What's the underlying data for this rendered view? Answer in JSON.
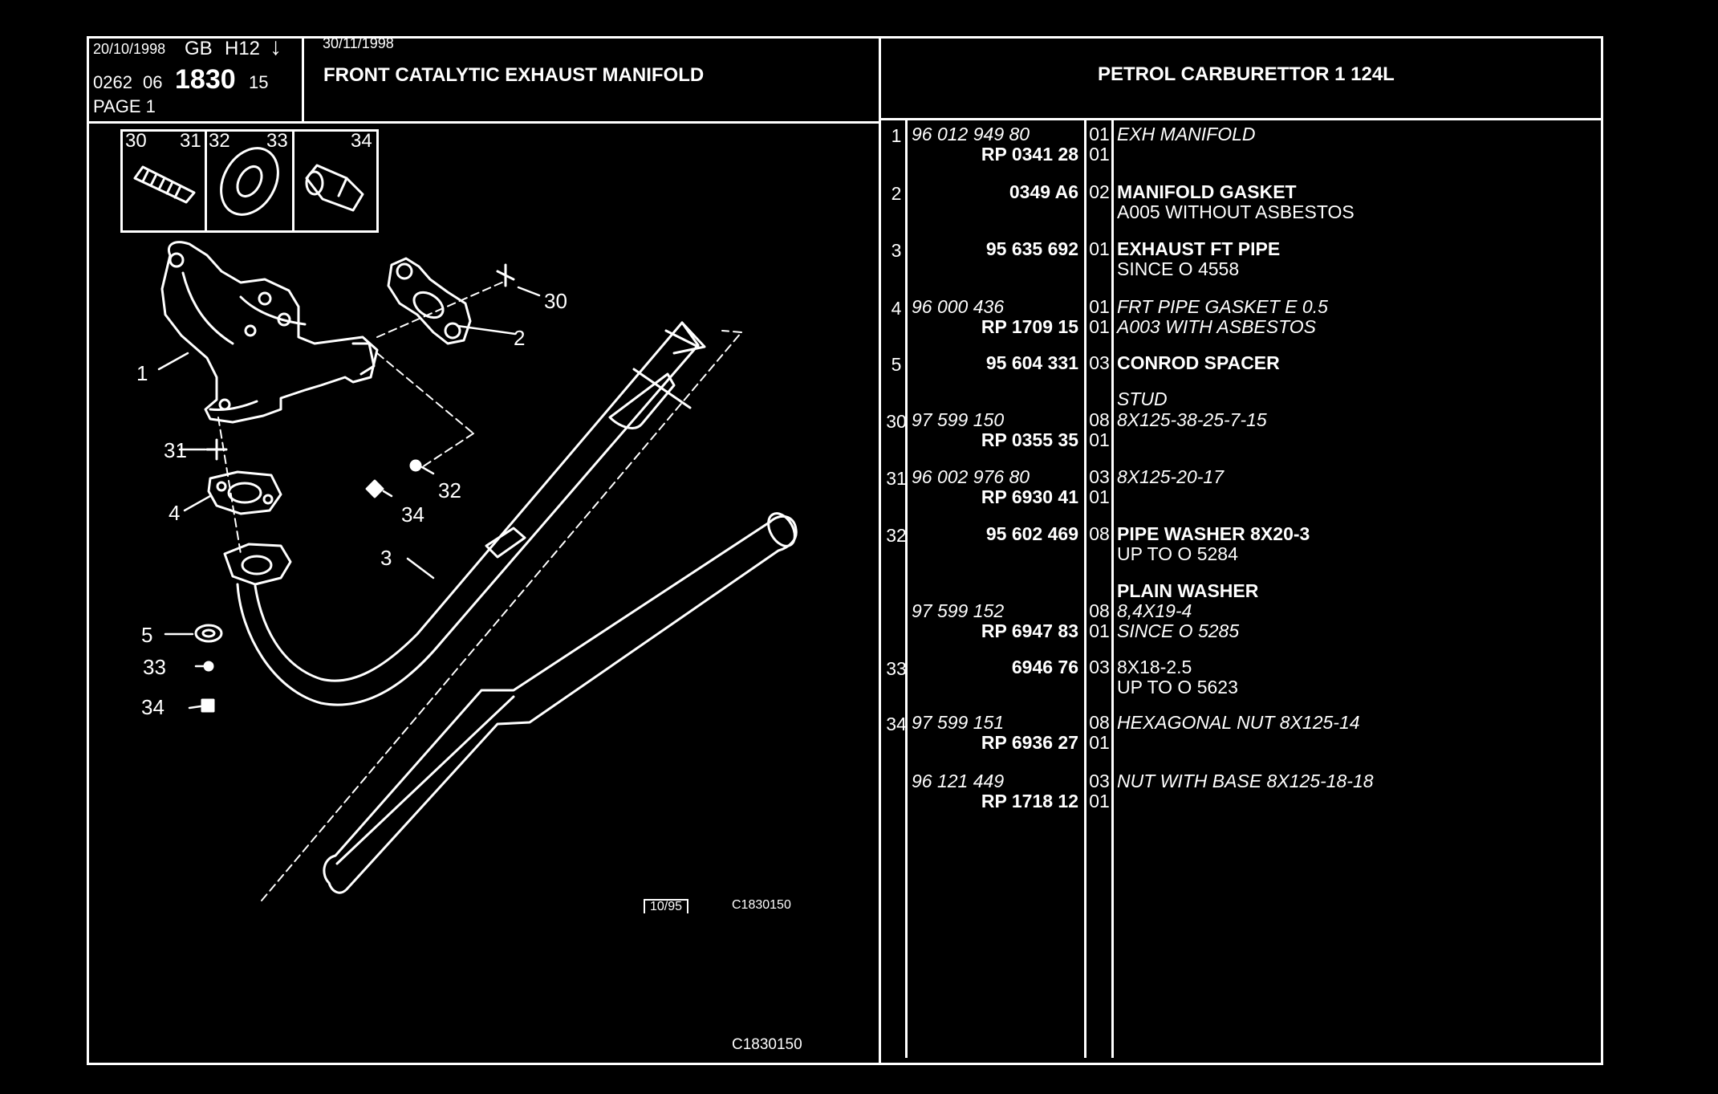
{
  "header": {
    "date1": "20/10/1998",
    "country_code": "GB",
    "ref_code": "H12",
    "arrow": "↓",
    "date2": "30/11/1998",
    "code_a": "0262",
    "code_b": "06",
    "code_main": "1830",
    "code_c": "15",
    "page_label": "PAGE 1",
    "section_title": "FRONT CATALYTIC EXHAUST MANIFOLD",
    "engine_title": "PETROL CARBURETTOR 1 124L"
  },
  "inset_labels": [
    "30",
    "31",
    "32",
    "33",
    "34"
  ],
  "callouts": {
    "c1": "1",
    "c2": "2",
    "c3": "3",
    "c4": "4",
    "c5": "5",
    "c30": "30",
    "c31": "31",
    "c32": "32",
    "c33": "33",
    "c34": "34",
    "c31b": "31—",
    "c5b": "5—",
    "c33b": "33",
    "c34b": "34"
  },
  "footer": {
    "date_box": "10/95",
    "drawing_ref": "C1830150",
    "bottom_ref": "C1830150"
  },
  "parts": [
    {
      "ref": "1",
      "lines": [
        {
          "num": "96 012 949 80",
          "qty": "01",
          "desc": "EXH MANIFOLD",
          "num_style": "i",
          "desc_style": "i"
        },
        {
          "num": "RP  0341 28",
          "qty": "01",
          "desc": "",
          "num_style": "b",
          "desc_style": ""
        }
      ]
    },
    {
      "ref": "2",
      "lines": [
        {
          "num": "0349 A6",
          "qty": "02",
          "desc": "MANIFOLD GASKET",
          "num_style": "b",
          "desc_style": "b"
        },
        {
          "num": "",
          "qty": "",
          "desc": "A005 WITHOUT ASBESTOS",
          "num_style": "",
          "desc_style": ""
        }
      ]
    },
    {
      "ref": "3",
      "lines": [
        {
          "num": "95 635 692",
          "qty": "01",
          "desc": "EXHAUST FT PIPE",
          "num_style": "b",
          "desc_style": "b"
        },
        {
          "num": "",
          "qty": "",
          "desc": "SINCE  O  4558",
          "num_style": "",
          "desc_style": ""
        }
      ]
    },
    {
      "ref": "4",
      "lines": [
        {
          "num": "96 000 436",
          "qty": "01",
          "desc": "FRT PIPE GASKET E 0.5",
          "num_style": "i",
          "desc_style": "i"
        },
        {
          "num": "RP  1709 15",
          "qty": "01",
          "desc": "A003 WITH ASBESTOS",
          "num_style": "b",
          "desc_style": "i"
        }
      ]
    },
    {
      "ref": "5",
      "lines": [
        {
          "num": "95 604 331",
          "qty": "03",
          "desc": "CONROD SPACER",
          "num_style": "b",
          "desc_style": "b"
        }
      ]
    },
    {
      "ref": "",
      "lines": [
        {
          "num": "",
          "qty": "",
          "desc": "STUD",
          "num_style": "",
          "desc_style": "i"
        }
      ]
    },
    {
      "ref": "30",
      "lines": [
        {
          "num": "97 599 150",
          "qty": "08",
          "desc": "8X125-38-25-7-15",
          "num_style": "i",
          "desc_style": "i"
        },
        {
          "num": "RP  0355 35",
          "qty": "01",
          "desc": "",
          "num_style": "b",
          "desc_style": ""
        }
      ]
    },
    {
      "ref": "31",
      "lines": [
        {
          "num": "96 002 976 80",
          "qty": "03",
          "desc": "8X125-20-17",
          "num_style": "i",
          "desc_style": "i"
        },
        {
          "num": "RP  6930 41",
          "qty": "01",
          "desc": "",
          "num_style": "b",
          "desc_style": ""
        }
      ]
    },
    {
      "ref": "32",
      "lines": [
        {
          "num": "95 602 469",
          "qty": "08",
          "desc": "PIPE WASHER 8X20-3",
          "num_style": "b",
          "desc_style": "b"
        },
        {
          "num": "",
          "qty": "",
          "desc": "UP  TO  O  5284",
          "num_style": "",
          "desc_style": ""
        }
      ]
    },
    {
      "ref": "",
      "lines": [
        {
          "num": "",
          "qty": "",
          "desc": "PLAIN WASHER",
          "num_style": "",
          "desc_style": "b"
        },
        {
          "num": "97 599 152",
          "qty": "08",
          "desc": "8,4X19-4",
          "num_style": "i",
          "desc_style": "i"
        },
        {
          "num": "RP  6947 83",
          "qty": "01",
          "desc": "SINCE  O  5285",
          "num_style": "b",
          "desc_style": "i"
        }
      ]
    },
    {
      "ref": "33",
      "lines": [
        {
          "num": "6946 76",
          "qty": "03",
          "desc": "8X18-2.5",
          "num_style": "b",
          "desc_style": ""
        },
        {
          "num": "",
          "qty": "",
          "desc": "UP  TO  O  5623",
          "num_style": "",
          "desc_style": ""
        }
      ]
    },
    {
      "ref": "34",
      "lines": [
        {
          "num": "97 599 151",
          "qty": "08",
          "desc": "HEXAGONAL NUT 8X125-14",
          "num_style": "i",
          "desc_style": "i"
        },
        {
          "num": "RP  6936 27",
          "qty": "01",
          "desc": "",
          "num_style": "b",
          "desc_style": ""
        }
      ]
    },
    {
      "ref": "",
      "lines": [
        {
          "num": "96 121 449",
          "qty": "03",
          "desc": "NUT WITH BASE 8X125-18-18",
          "num_style": "i",
          "desc_style": "i"
        },
        {
          "num": "RP  1718 12",
          "qty": "01",
          "desc": "",
          "num_style": "b",
          "desc_style": ""
        }
      ]
    }
  ]
}
